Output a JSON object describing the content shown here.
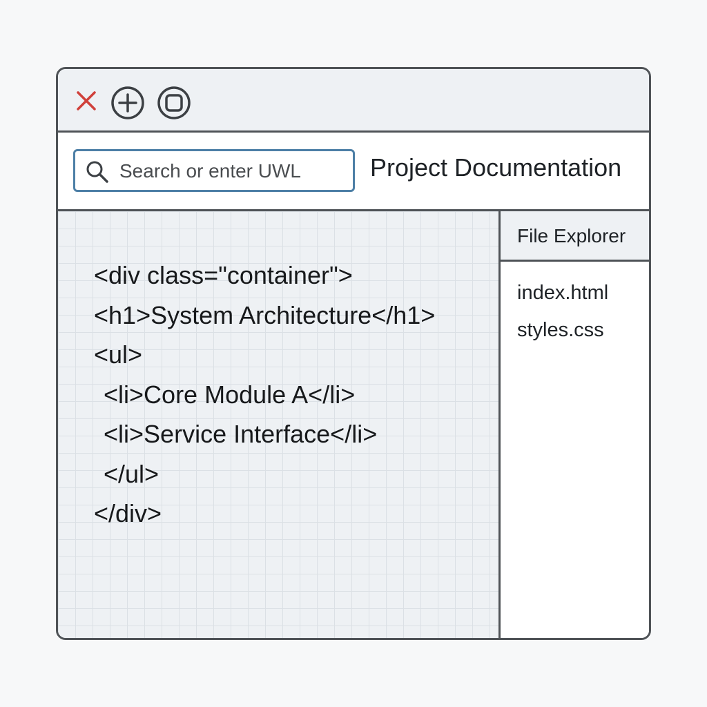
{
  "window": {
    "controls": {
      "close_icon": "close-icon",
      "add_icon": "plus-circle-icon",
      "maximize_icon": "maximize-circle-icon"
    },
    "colors": {
      "close": "#d0403a",
      "border": "#4f5357",
      "search_border": "#4d7fa6"
    }
  },
  "toolbar": {
    "search": {
      "placeholder": "Search or enter UWL",
      "value": ""
    },
    "title": "Project Documentation"
  },
  "editor": {
    "lines": [
      {
        "text": "<div class=\"container\">",
        "indent": 0
      },
      {
        "text": "<h1>System Architecture</h1>",
        "indent": 0
      },
      {
        "text": "<ul>",
        "indent": 0
      },
      {
        "text": "<li>Core Module A</li>",
        "indent": 1
      },
      {
        "text": "<li>Service Interface</li>",
        "indent": 1
      },
      {
        "text": "</ul>",
        "indent": 1
      },
      {
        "text": "</div>",
        "indent": 0
      }
    ]
  },
  "explorer": {
    "title": "File Explorer",
    "files": [
      "index.html",
      "styles.css"
    ]
  }
}
